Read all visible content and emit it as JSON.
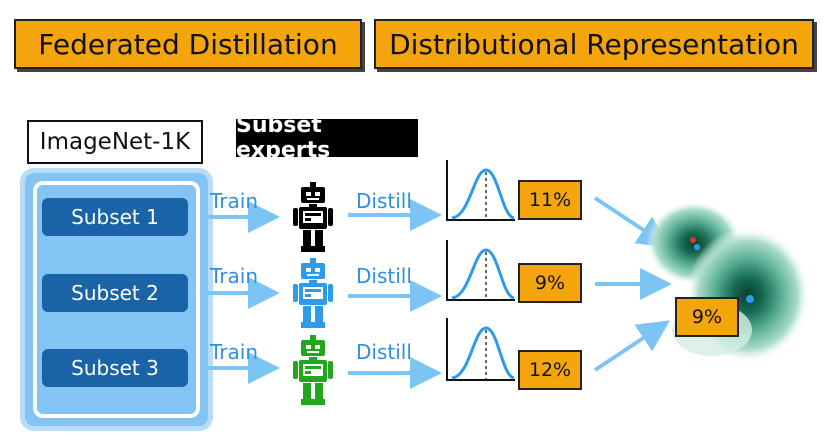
{
  "headers": {
    "left": "Federated Distillation",
    "right": "Distributional Representation"
  },
  "dataset": "ImageNet-1K",
  "experts_label": "Subset experts",
  "subsets": [
    {
      "label": "Subset 1",
      "train": "Train",
      "distill": "Distill",
      "percent": "11%",
      "robot_color": "#000000"
    },
    {
      "label": "Subset 2",
      "train": "Train",
      "distill": "Distill",
      "percent": "9%",
      "robot_color": "#2d9bea"
    },
    {
      "label": "Subset 3",
      "train": "Train",
      "distill": "Distill",
      "percent": "12%",
      "robot_color": "#24a51e"
    }
  ],
  "merged_percent": "9%",
  "colors": {
    "accent_orange": "#f5a50c",
    "arrow_blue": "#7bc4f4",
    "panel_blue": "#83c4f5",
    "subset_blue": "#1b63a7",
    "contour_dark": "#0f5a45"
  }
}
